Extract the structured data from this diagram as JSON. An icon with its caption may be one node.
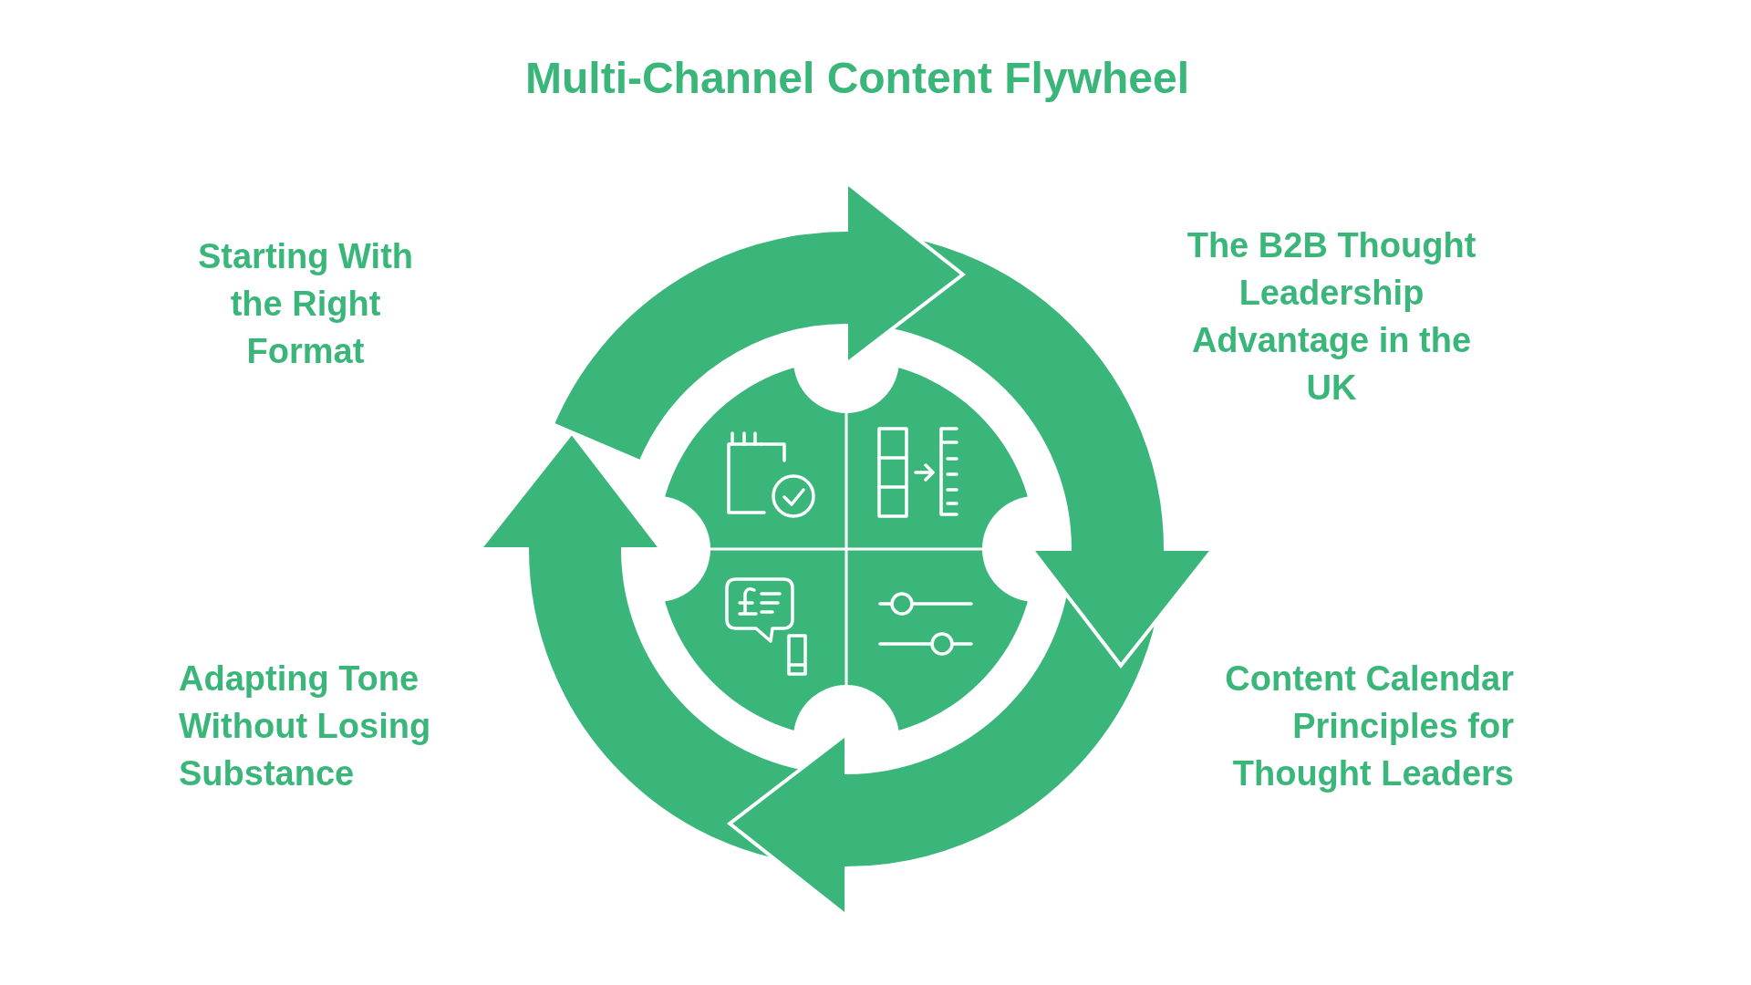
{
  "diagram": {
    "title": "Multi-Channel Content Flywheel",
    "labels": [
      "Starting With the Right Format",
      "The B2B Thought Leadership Advantage in the UK",
      "Adapting Tone Without Losing Substance",
      "Content Calendar Principles for Thought Leaders"
    ]
  }
}
